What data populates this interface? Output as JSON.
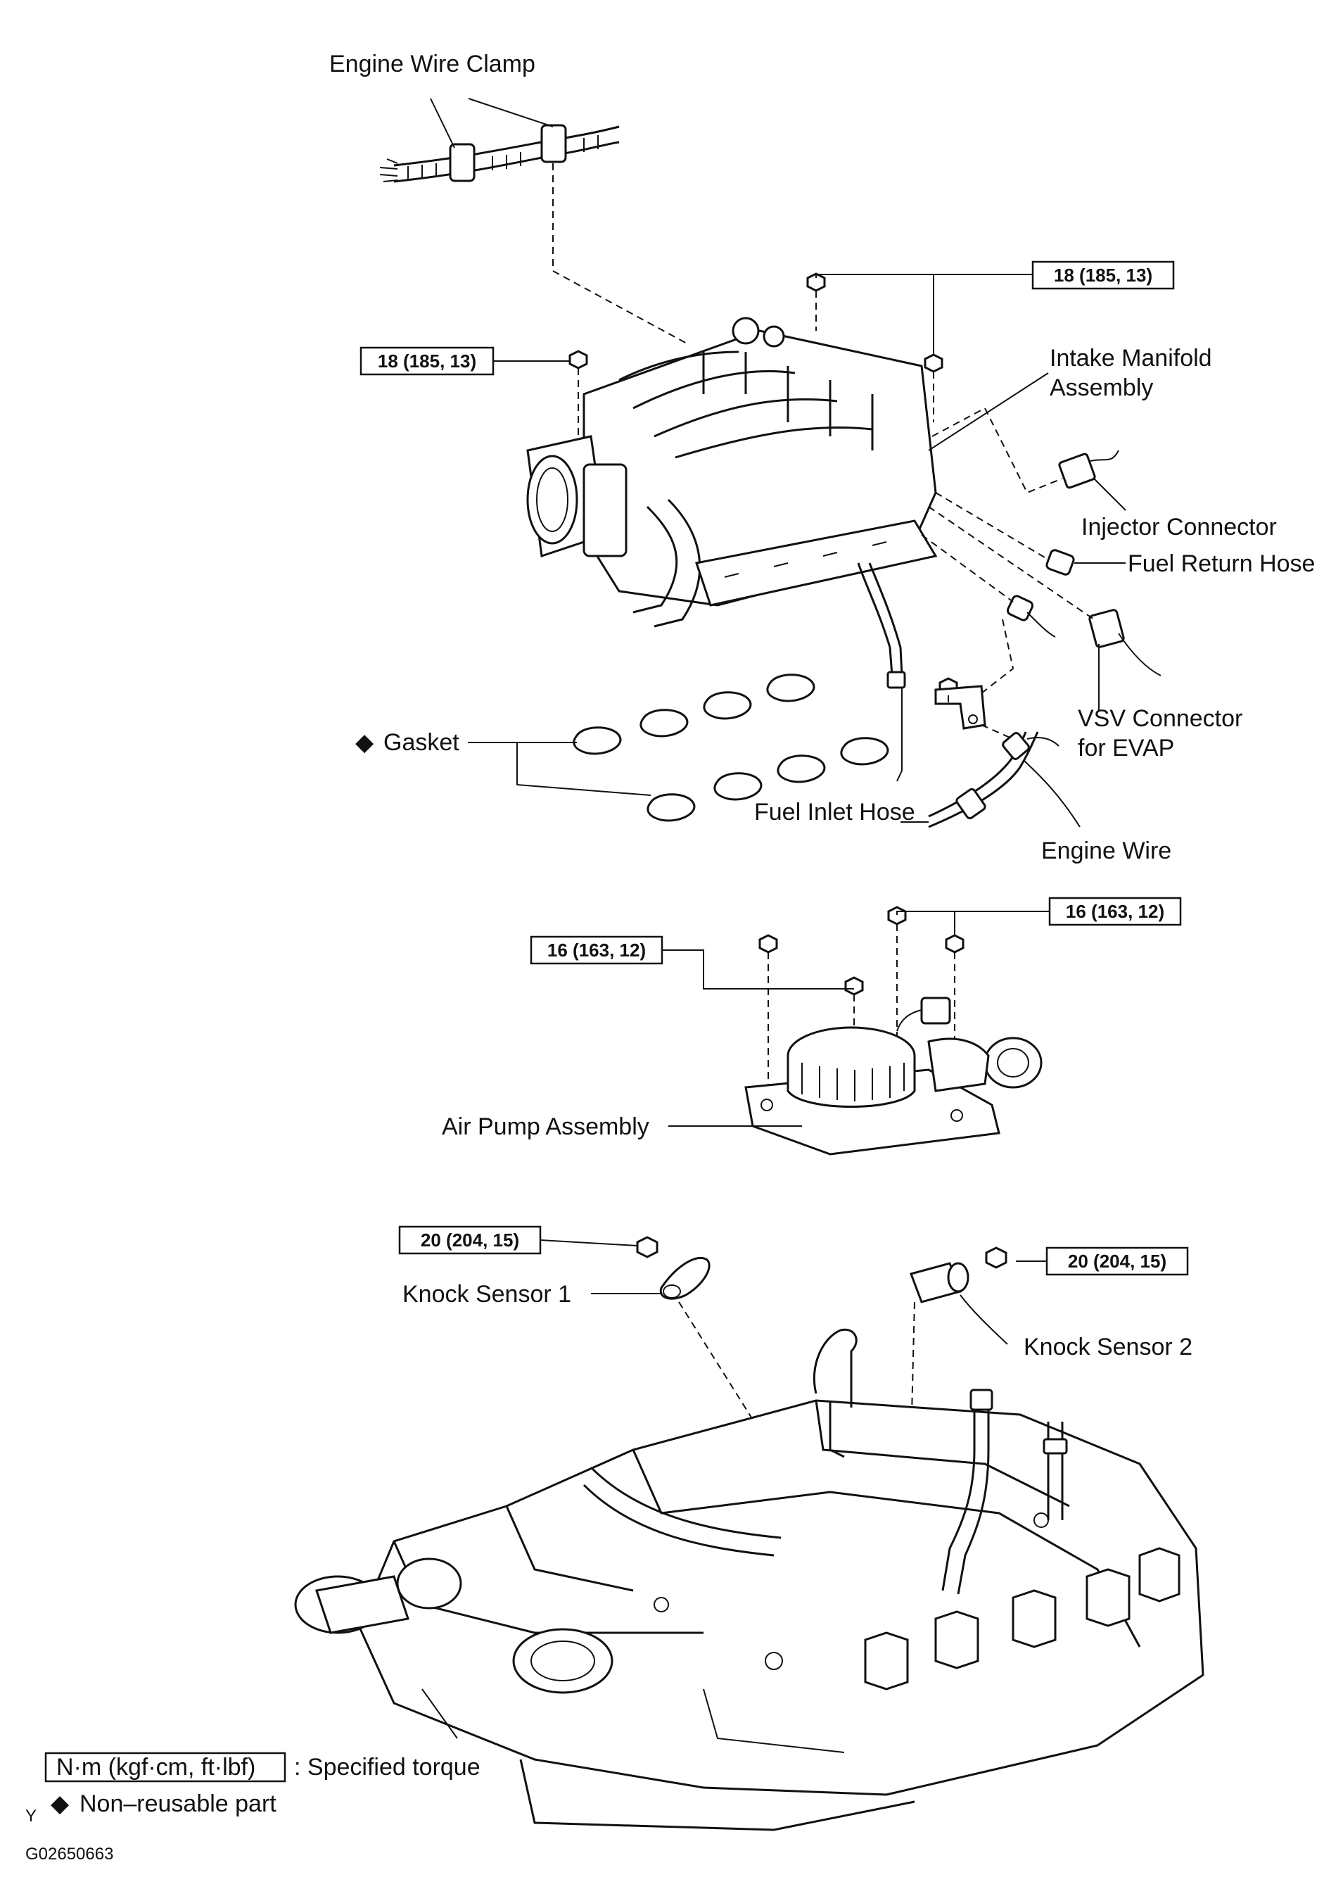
{
  "labels": {
    "engine_wire_clamp": "Engine Wire Clamp",
    "intake_manifold_1": "Intake Manifold",
    "intake_manifold_2": "Assembly",
    "injector_connector": "Injector Connector",
    "fuel_return_hose": "Fuel Return Hose",
    "vsv_connector_1": "VSV Connector",
    "vsv_connector_2": "for EVAP",
    "gasket": "Gasket",
    "fuel_inlet_hose": "Fuel Inlet Hose",
    "engine_wire": "Engine Wire",
    "air_pump_assembly": "Air Pump Assembly",
    "knock_sensor_1": "Knock Sensor 1",
    "knock_sensor_2": "Knock Sensor 2"
  },
  "torque": {
    "manifold_right": "18 (185, 13)",
    "manifold_left": "18 (185, 13)",
    "air_pump_right": "16 (163, 12)",
    "air_pump_left": "16 (163, 12)",
    "knock_left": "20 (204, 15)",
    "knock_right": "20 (204, 15)"
  },
  "legend": {
    "unit_box": "N·m (kgf·cm, ft·lbf)",
    "unit_desc": ": Specified torque",
    "nonreusable_symbol": "◆",
    "nonreusable_desc": "Non–reusable part",
    "corner_mark": "Y",
    "figure_id": "G02650663"
  }
}
